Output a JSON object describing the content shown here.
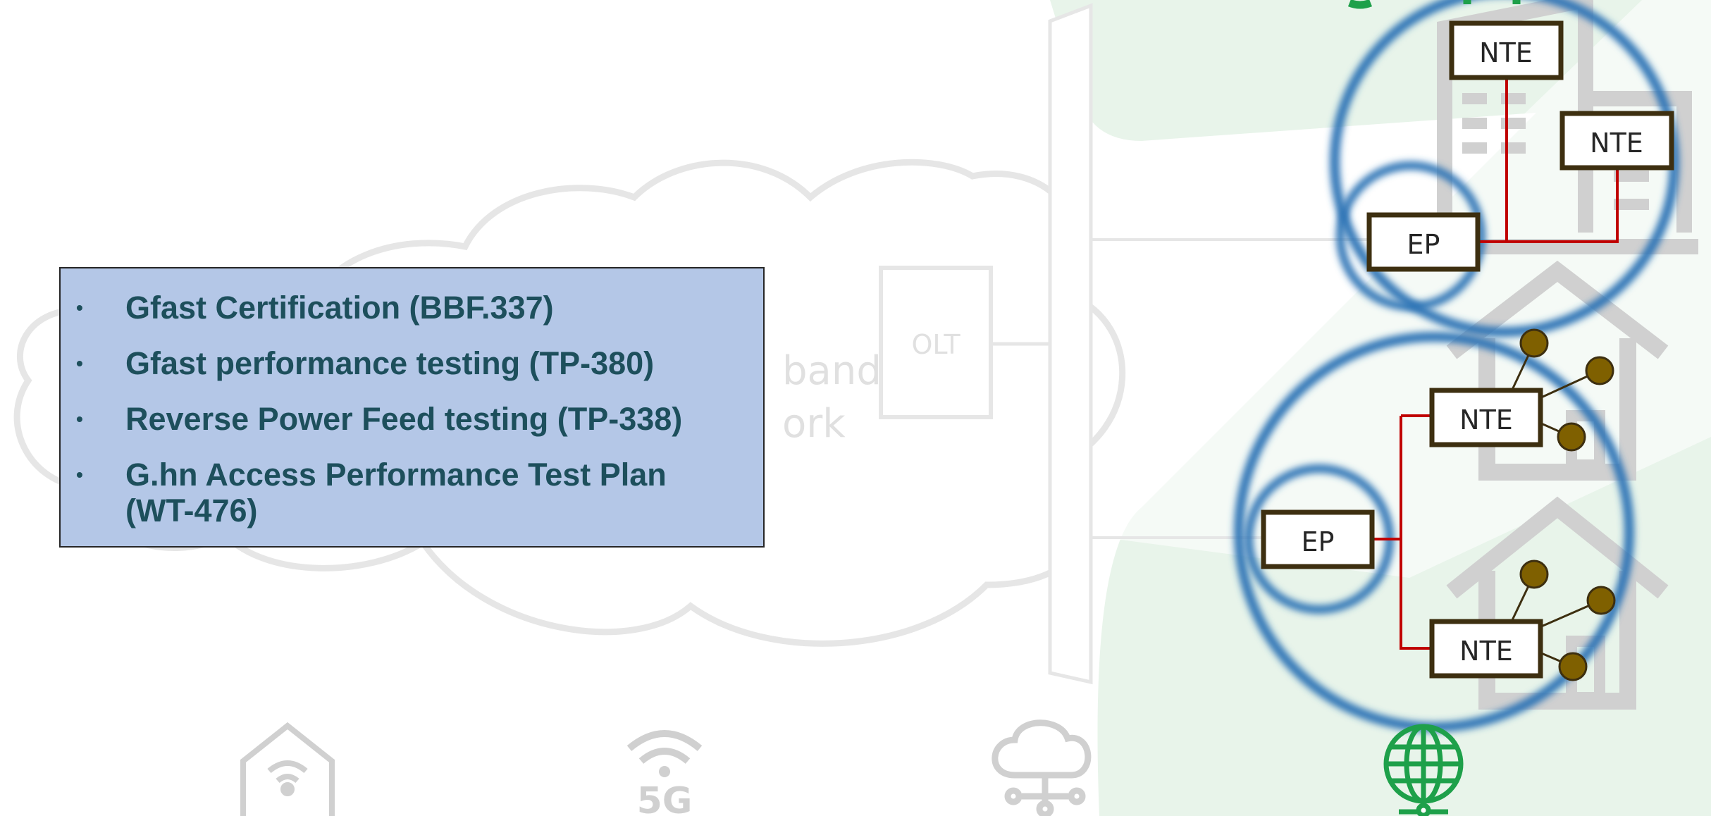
{
  "bullets": [
    "Gfast Certification (BBF.337)",
    "Gfast performance testing (TP-380)",
    "Reverse Power Feed testing (TP-338)",
    "G.hn Access Performance Test Plan (WT-476)"
  ],
  "bullet_glyph": "•",
  "faded_labels": {
    "olt": "OLT",
    "network_line1": "band",
    "network_line2": "ork"
  },
  "nodes": {
    "nte": "NTE",
    "ep": "EP"
  },
  "colors": {
    "box_fill": "#b4c7e7",
    "box_text": "#1d4f5c",
    "node_border": "#3d2f10",
    "link_red": "#c00000",
    "circle_blue": "#2e75b6",
    "device_brown": "#7f6000",
    "accent_green": "#1ea04a",
    "panel_green": "#e8f4ea",
    "faded_grey": "#e6e6e6"
  },
  "icons": [
    "wifi-home-icon",
    "5g-signal-icon",
    "cloud-network-icon",
    "globe-network-icon"
  ]
}
